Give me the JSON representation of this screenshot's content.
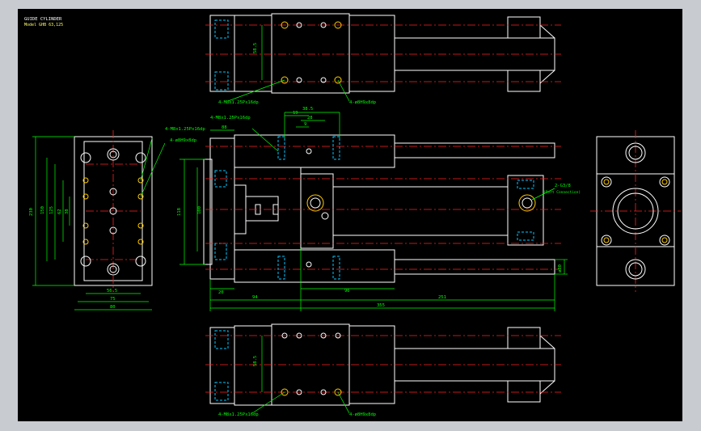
{
  "title_block": {
    "line1": "GUIDE CYLINDER",
    "line2": "Model GHB 63,125"
  },
  "colors": {
    "background": "#000000",
    "outline": "#ffffff",
    "centerline": "#ff2020",
    "dimension": "#00ff00",
    "hidden": "#00c8ff",
    "hole": "#ffcc00",
    "frame": "#c8cbd0"
  },
  "top_view": {
    "dim_vertical": "58.5",
    "label_left": "4-M8x1.25Px16dp",
    "label_right": "4-ø8H9x8dp"
  },
  "front_view": {
    "label_top_left": "4-M8x1.25Px16dp",
    "dim_top": "38.5",
    "dim_19": "19",
    "dim_28": "28",
    "dim_9": "9",
    "dim_88": "88",
    "dim_118": "118",
    "dim_100": "100",
    "dim_20": "20",
    "dim_94": "94",
    "dim_96": "96",
    "dim_251": "251",
    "dim_355": "355",
    "dim_ø30": "ø30",
    "port_label": "2-G3/8",
    "port_note": "(Port Connection)"
  },
  "side_left_view": {
    "label_1": "4-M8x1.25Px16dp",
    "label_2": "4-ø8H9x8dp",
    "dim_230": "230",
    "dim_150": "150",
    "dim_125": "125",
    "dim_62": "62",
    "dim_38": "38",
    "dim_56_5": "56.5",
    "dim_75": "75",
    "dim_80": "80"
  },
  "bottom_view": {
    "dim_vertical": "58.5",
    "label_left": "4-M8x1.25Px16dp",
    "label_right": "4-ø8H9x8dp"
  }
}
